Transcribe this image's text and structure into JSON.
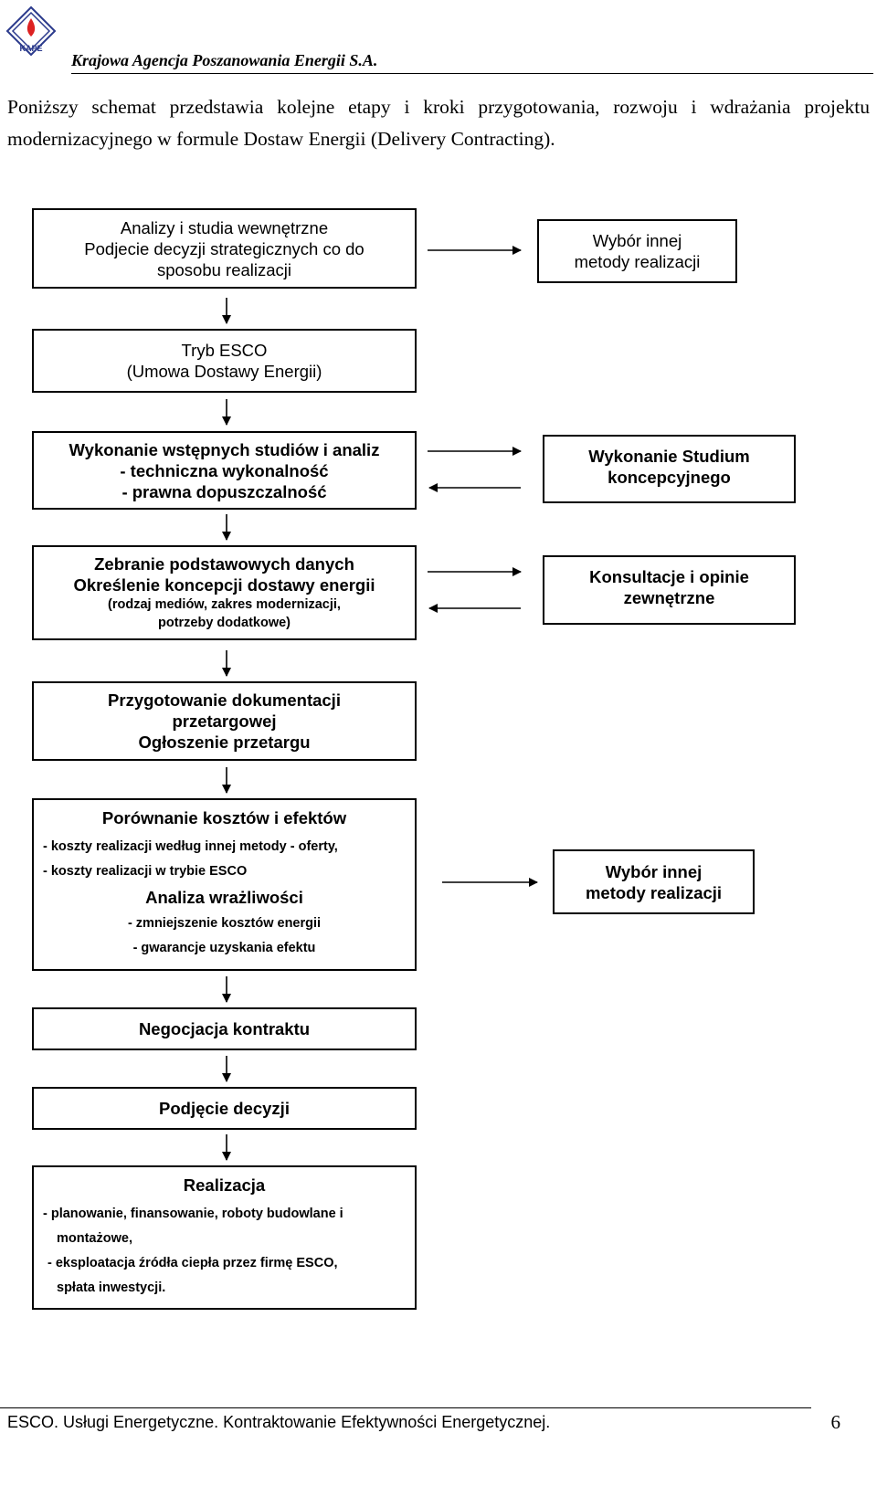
{
  "header": {
    "logo_text": "KAPE",
    "organization": "Krajowa Agencja Poszanowania Energii S.A."
  },
  "intro": "Poniższy schemat przedstawia kolejne etapy i kroki przygotowania, rozwoju i wdrażania projektu modernizacyjnego w formule Dostaw Energii (Delivery Contracting).",
  "flow": {
    "step1": [
      "Analizy i studia wewnętrzne",
      "Podjecie decyzji strategicznych co do",
      "sposobu realizacji"
    ],
    "side1": [
      "Wybór innej",
      "metody realizacji"
    ],
    "step2": [
      "Tryb ESCO",
      "(Umowa Dostawy Energii)"
    ],
    "step3": [
      "Wykonanie wstępnych studiów i analiz",
      "- techniczna wykonalność",
      "- prawna dopuszczalność"
    ],
    "side3": [
      "Wykonanie Studium",
      "koncepcyjnego"
    ],
    "step4": [
      "Zebranie podstawowych danych",
      "Określenie koncepcji dostawy energii",
      "(rodzaj mediów, zakres modernizacji,",
      "potrzeby dodatkowe)"
    ],
    "side4": [
      "Konsultacje i opinie",
      "zewnętrzne"
    ],
    "step5": [
      "Przygotowanie dokumentacji",
      "przetargowej",
      "Ogłoszenie przetargu"
    ],
    "step6": {
      "title": "Porównanie kosztów i efektów",
      "items1": [
        "- koszty realizacji według innej metody - oferty,",
        "- koszty realizacji w trybie ESCO"
      ],
      "subtitle": "Analiza wrażliwości",
      "items2": [
        "- zmniejszenie kosztów energii",
        "- gwarancje uzyskania efektu"
      ]
    },
    "side6": [
      "Wybór innej",
      "metody realizacji"
    ],
    "step7": "Negocjacja kontraktu",
    "step8": "Podjęcie decyzji",
    "step9": {
      "title": "Realizacja",
      "items": [
        "- planowanie, finansowanie, roboty budowlane i",
        "montażowe,",
        "- eksploatacja źródła ciepła przez firmę ESCO,",
        "spłata inwestycji."
      ]
    }
  },
  "footer": {
    "text": "ESCO. Usługi Energetyczne. Kontraktowanie Efektywności Energetycznej.",
    "page": "6"
  }
}
